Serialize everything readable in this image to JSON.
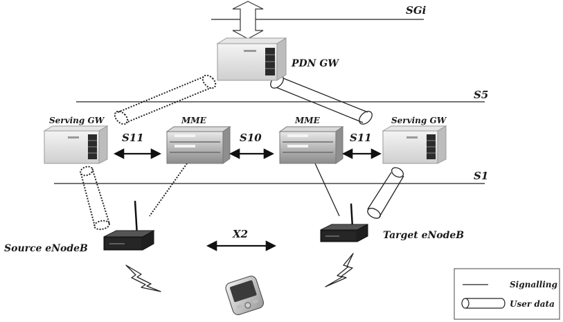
{
  "interfaces": {
    "sgi": "SGi",
    "s5": "S5",
    "s1": "S1",
    "s11_left": "S11",
    "s10": "S10",
    "s11_right": "S11",
    "x2": "X2"
  },
  "nodes": {
    "pdn_gw": "PDN GW",
    "serving_gw_left": "Serving GW",
    "mme_left": "MME",
    "mme_right": "MME",
    "serving_gw_right": "Serving GW",
    "source_enodeb": "Source eNodeB",
    "target_enodeb": "Target eNodeB"
  },
  "legend": {
    "signalling": "Signalling",
    "user_data": "User data"
  }
}
